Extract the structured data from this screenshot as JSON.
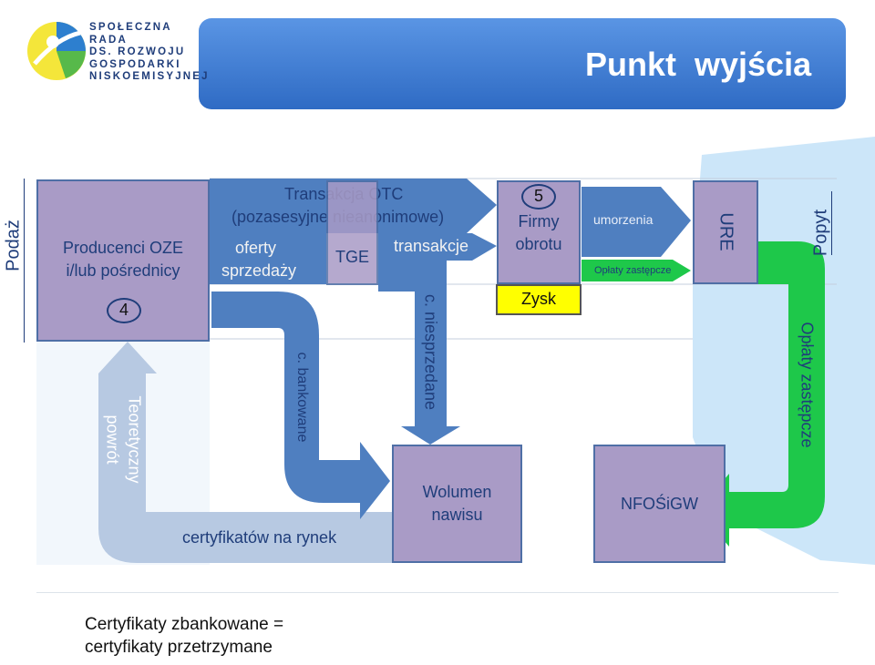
{
  "logo": {
    "line1": "SPOŁECZNA RADA",
    "line2": "DS. ROZWOJU",
    "line3": "GOSPODARKI",
    "line4": "NISKOEMISYJNEJ"
  },
  "header": {
    "title": "Punkt  wyjścia"
  },
  "side_labels": {
    "left": "Podaż",
    "right": "Popyt"
  },
  "producers": {
    "label_line1": "Producenci OZE",
    "label_line2": "i/lub pośrednicy",
    "number": "4"
  },
  "otc": {
    "line1": "Transakcja OTC",
    "line2": "(pozasesyjne nieanonimowe)"
  },
  "offers": {
    "line1": "oferty",
    "line2": "sprzedaży"
  },
  "tge": {
    "label": "TGE"
  },
  "transactions": {
    "label": "transakcje"
  },
  "firms": {
    "number": "5",
    "line1": "Firmy",
    "line2": "obrotu",
    "profit": "Zysk"
  },
  "redemptions": {
    "label": "umorzenia"
  },
  "substitute_fees_small": {
    "label": "Opłaty zastępcze"
  },
  "ure": {
    "label": "URE"
  },
  "unsold": {
    "label": "c. niesprzedane"
  },
  "banked": {
    "label": "c. bankowane"
  },
  "theoretical_return": {
    "line1": "Teoretyczny",
    "line2": "powrót"
  },
  "certificates_market": {
    "label": "certyfikatów na rynek"
  },
  "overhang": {
    "line1": "Wolumen",
    "line2": "nawisu"
  },
  "nfosigw": {
    "label": "NFOŚiGW"
  },
  "substitute_fees_vertical": {
    "label": "Opłaty zastępcze"
  },
  "note": {
    "line1": "Certyfikaty zbankowane =",
    "line2": "certyfikaty przetrzymane"
  },
  "colors": {
    "header_blue": "#3f7fd6",
    "arrow_blue": "#4f7fc0",
    "light_blue": "#b7c9e2",
    "purple_box": "#a99bc6",
    "green": "#1ec84a",
    "yellow": "#ffff00",
    "text_blue": "#1f3d7a"
  }
}
